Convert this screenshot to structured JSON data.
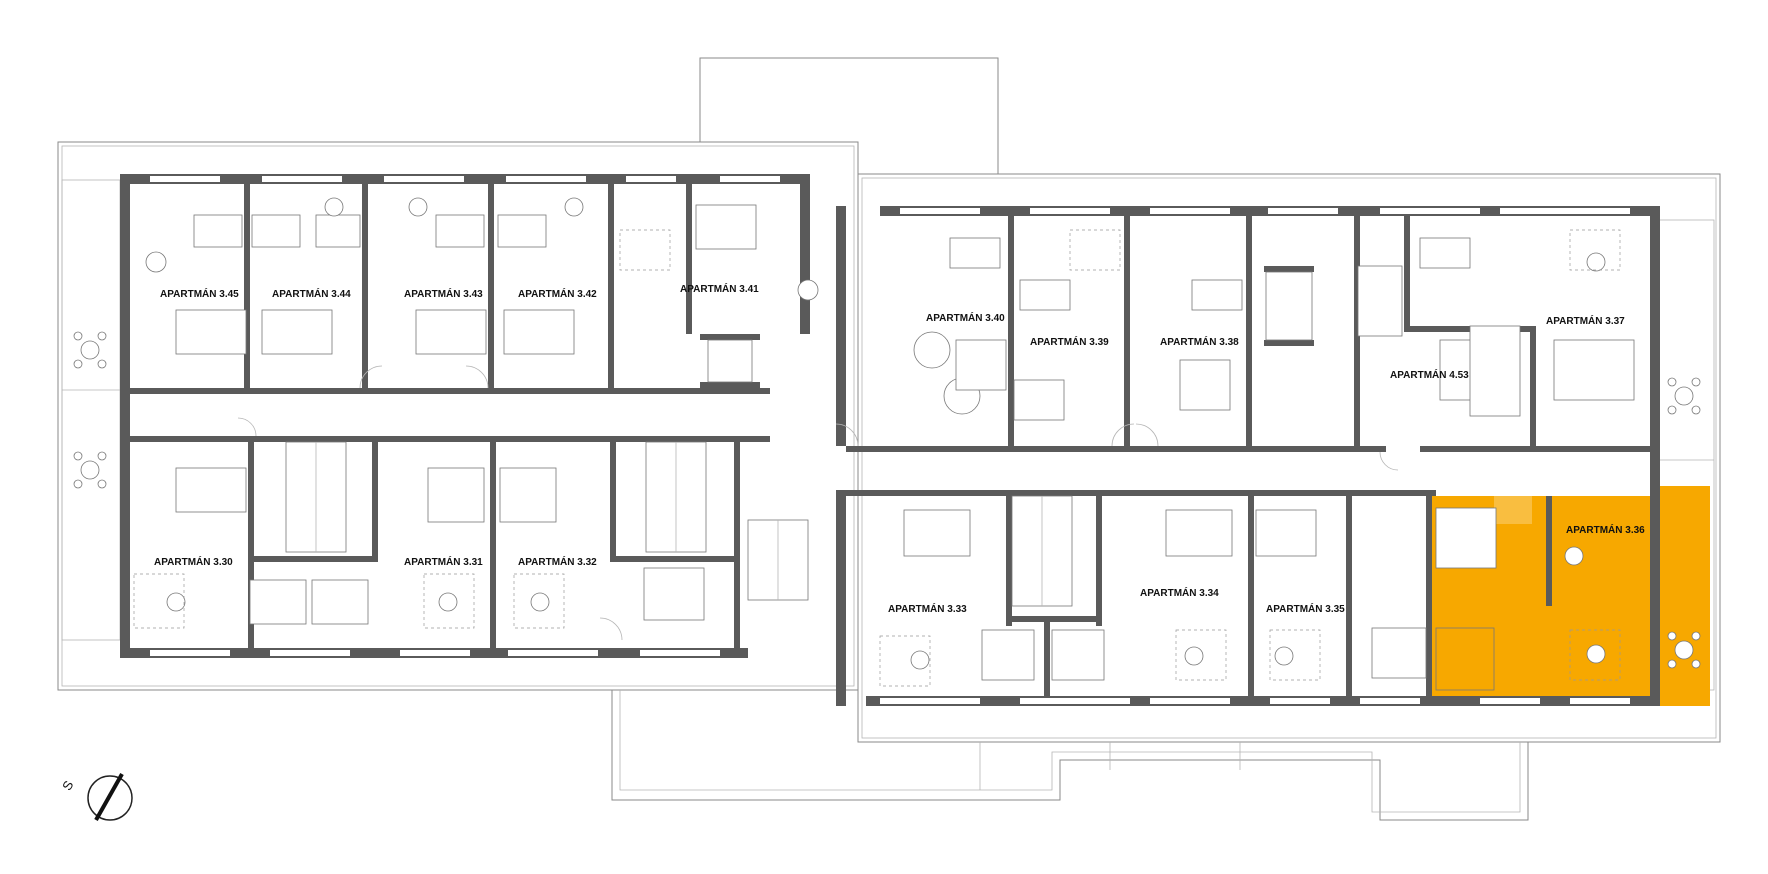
{
  "plan": {
    "apartments": [
      {
        "id": "3.45",
        "label": "APARTMÁN 3.45"
      },
      {
        "id": "3.44",
        "label": "APARTMÁN 3.44"
      },
      {
        "id": "3.43",
        "label": "APARTMÁN 3.43"
      },
      {
        "id": "3.42",
        "label": "APARTMÁN 3.42"
      },
      {
        "id": "3.41",
        "label": "APARTMÁN 3.41"
      },
      {
        "id": "3.40",
        "label": "APARTMÁN 3.40"
      },
      {
        "id": "3.39",
        "label": "APARTMÁN 3.39"
      },
      {
        "id": "3.38",
        "label": "APARTMÁN 3.38"
      },
      {
        "id": "4.53",
        "label": "APARTMÁN 4.53"
      },
      {
        "id": "3.37",
        "label": "APARTMÁN 3.37"
      },
      {
        "id": "3.30",
        "label": "APARTMÁN 3.30"
      },
      {
        "id": "3.31",
        "label": "APARTMÁN 3.31"
      },
      {
        "id": "3.32",
        "label": "APARTMÁN 3.32"
      },
      {
        "id": "3.33",
        "label": "APARTMÁN 3.33"
      },
      {
        "id": "3.34",
        "label": "APARTMÁN 3.34"
      },
      {
        "id": "3.35",
        "label": "APARTMÁN 3.35"
      },
      {
        "id": "3.36",
        "label": "APARTMÁN 3.36",
        "highlighted": true
      }
    ],
    "north_arrow": {
      "label": "S"
    },
    "colors": {
      "highlight": "#f7a800",
      "wall": "#5a5a5a",
      "line": "#8a8a8a"
    }
  }
}
